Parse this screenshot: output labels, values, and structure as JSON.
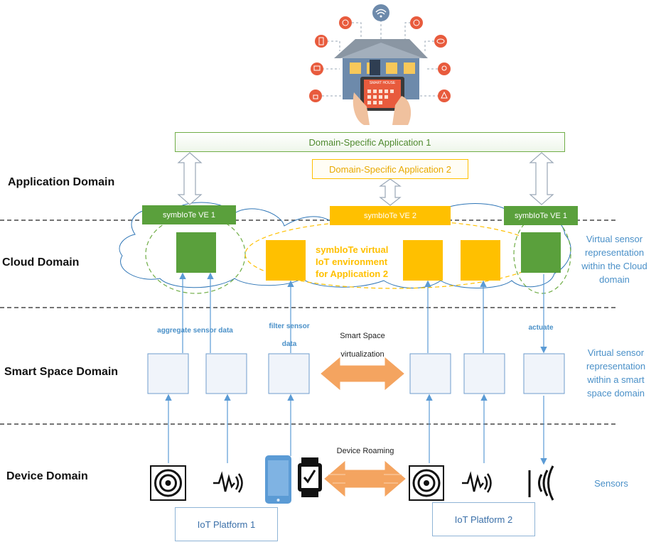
{
  "domains": {
    "application": "Application Domain",
    "cloud": "Cloud Domain",
    "smart_space": "Smart Space Domain",
    "device": "Device Domain"
  },
  "apps": {
    "app1": "Domain-Specific Application 1",
    "app2": "Domain-Specific Application 2"
  },
  "ve": {
    "left": "symbIoTe VE 1",
    "middle": "symbIoTe  VE 2",
    "right": "symbIoTe VE 1"
  },
  "cloud_env_text": [
    "symbIoTe virtual",
    "IoT environment",
    "for Application 2"
  ],
  "notes": {
    "cloud_repr": [
      "Virtual sensor",
      "representation",
      "within the Cloud",
      "domain"
    ],
    "smart_repr": [
      "Virtual sensor",
      "representation",
      "within a smart",
      "space domain"
    ],
    "sensors": "Sensors"
  },
  "arrow_labels": {
    "aggregate": "aggregate sensor data",
    "filter": [
      "filter sensor",
      "data"
    ],
    "actuate": "actuate",
    "virtualization": [
      "Smart Space",
      "virtualization"
    ],
    "roaming": "Device Roaming"
  },
  "house": {
    "sign": "SMART HOUSE"
  },
  "platforms": {
    "p1": "IoT Platform 1",
    "p2": "IoT Platform 2"
  },
  "colors": {
    "green": "#5aa03c",
    "yellow": "#ffc000",
    "blue_line": "#5b9bd5",
    "orange_arrow": "#f4a460"
  },
  "icons": [
    "wifi-icon",
    "globe-icon",
    "fingerprint-icon",
    "door-icon",
    "cloud-icon",
    "tv-icon",
    "bulb-icon",
    "lock-icon",
    "recycle-icon"
  ]
}
